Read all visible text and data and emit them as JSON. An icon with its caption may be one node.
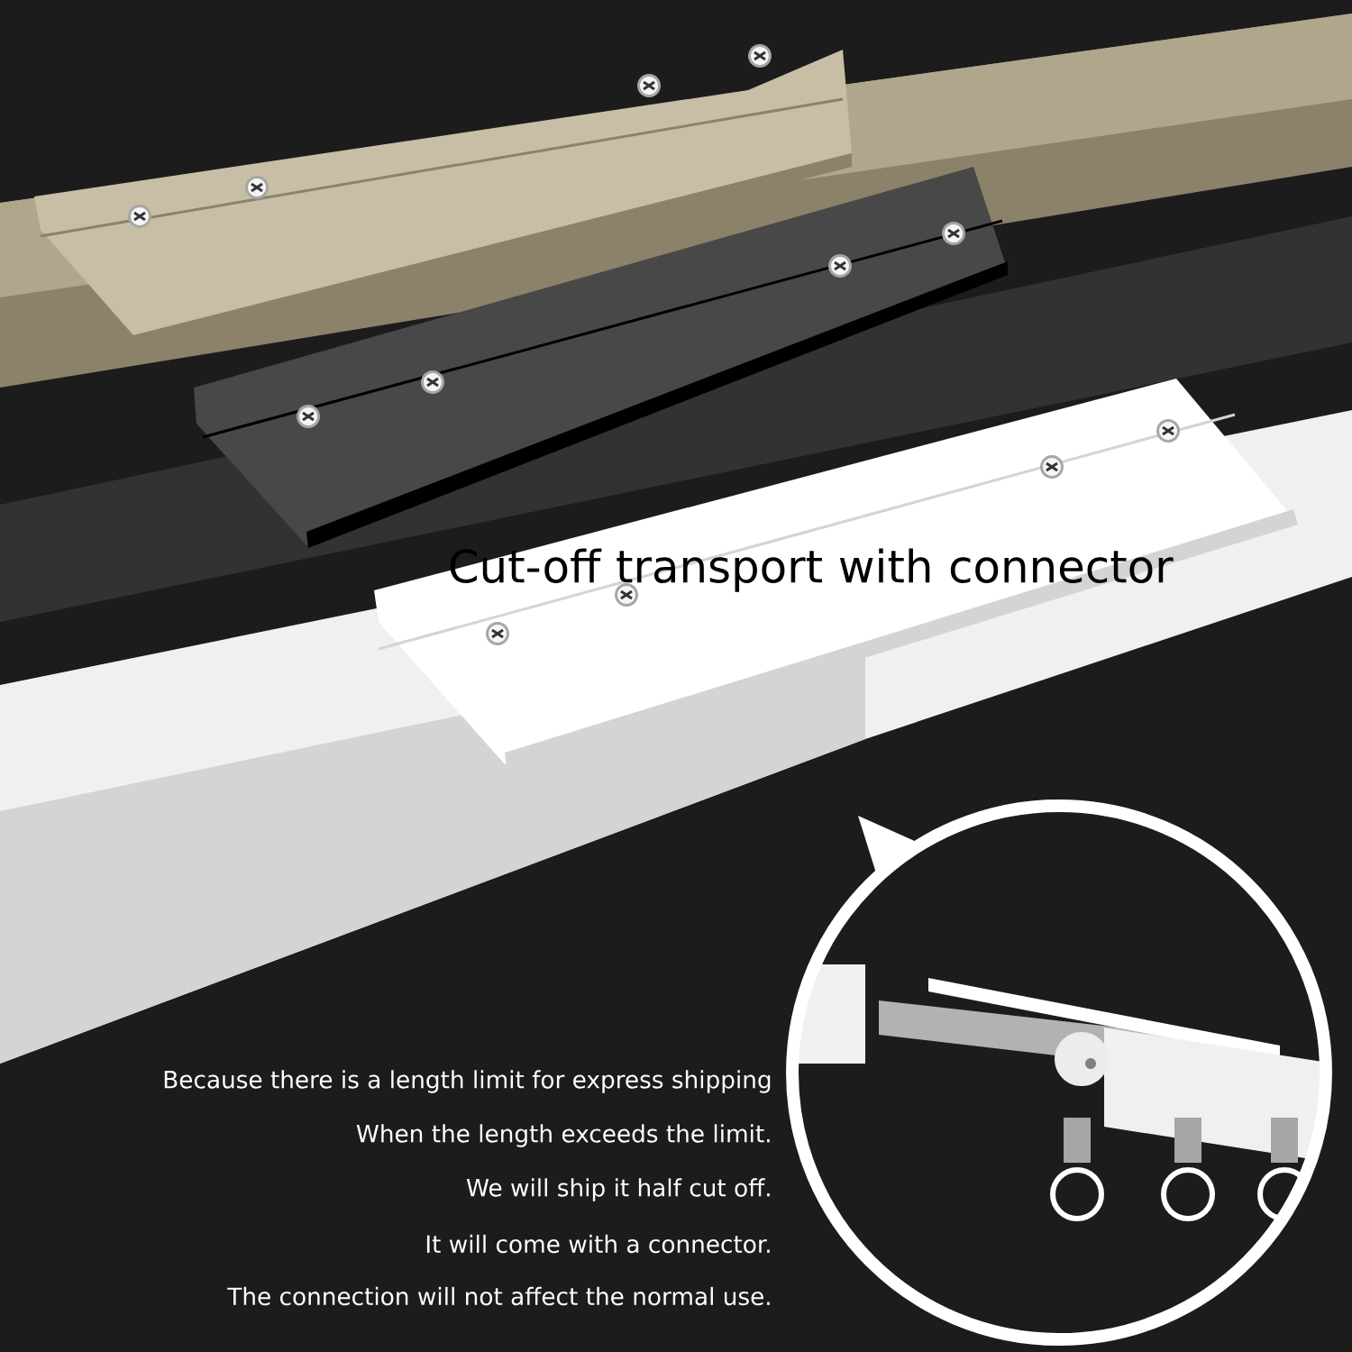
{
  "diagram": {
    "title": "Cut-off transport with connector",
    "labels": [
      "Because there is a length limit for express shipping",
      "When the length exceeds the limit.",
      "We will ship it half cut off.",
      "It will come with a connector.",
      "The connection will not affect the normal use."
    ]
  }
}
